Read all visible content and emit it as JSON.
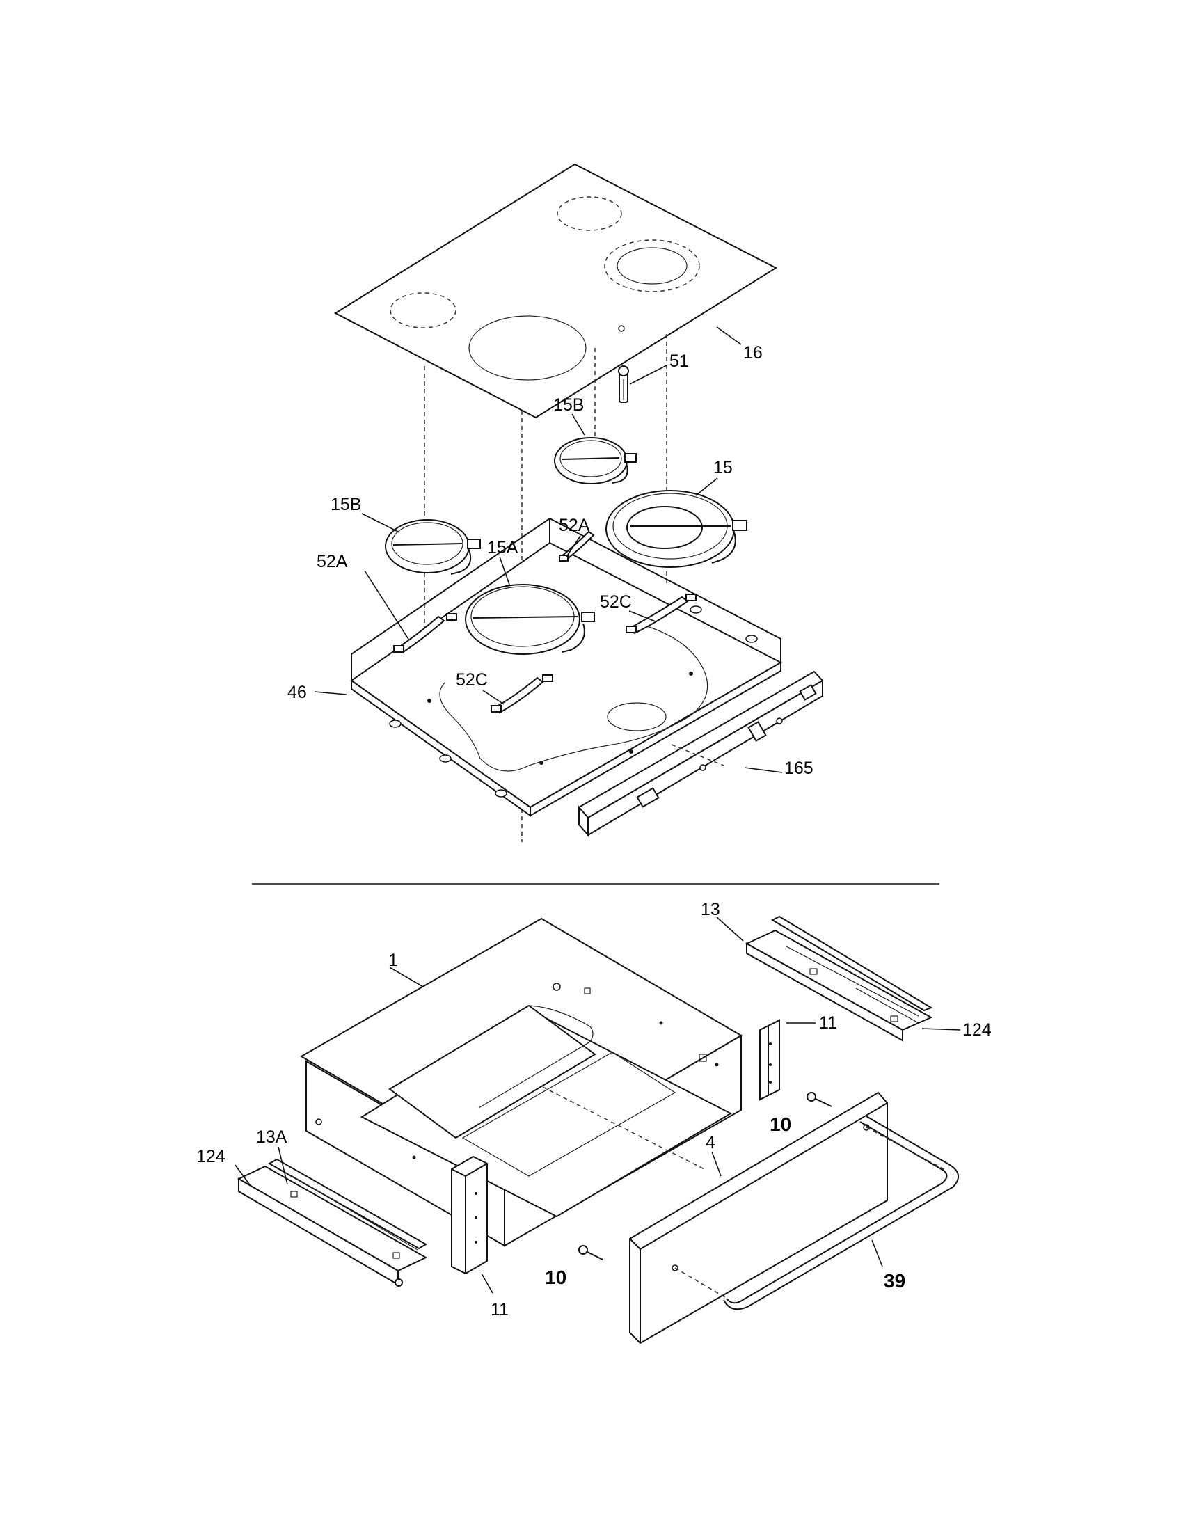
{
  "labels": {
    "p16": "16",
    "p51": "51",
    "p15B_top": "15B",
    "p15": "15",
    "p15B_left": "15B",
    "p52A_mid": "52A",
    "p15A": "15A",
    "p52A_left": "52A",
    "p52C_right": "52C",
    "p52C_left": "52C",
    "p46": "46",
    "p165": "165",
    "p13": "13",
    "p1": "1",
    "p11_right": "11",
    "p124_right": "124",
    "p10_right": "10",
    "p4": "4",
    "p13A": "13A",
    "p124_left": "124",
    "p10_left": "10",
    "p39": "39",
    "p11_left": "11"
  }
}
